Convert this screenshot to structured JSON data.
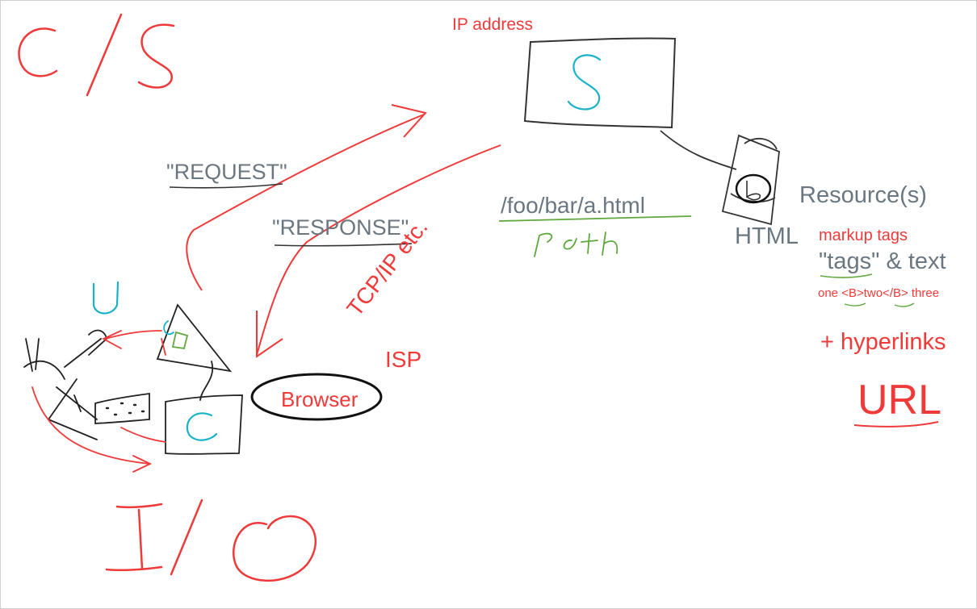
{
  "colors": {
    "red": "#f03a3a",
    "gray": "#6b7780",
    "black": "#1e1e1e",
    "cyan": "#19b3c8",
    "green": "#5fa83c"
  },
  "handwriting": {
    "cs": "C/S",
    "io": "I/O",
    "server_glyph": "S",
    "client_glyph": "C",
    "user_glyph": "U",
    "path": "Path",
    "file_glyph": "b"
  },
  "labels": {
    "ip_address": "IP address",
    "request": "\"REQUEST\"",
    "response": "\"RESPONSE\"",
    "url_path": "/foo/bar/a.html",
    "tcp_ip": "TCP/IP etc.",
    "isp": "ISP",
    "browser": "Browser",
    "resources": "Resource(s)",
    "html": "HTML",
    "markup_tags": "markup tags",
    "tags_and_text": "\"tags\" & text",
    "tag_example": "one <B>two</B> three",
    "hyperlinks": "+ hyperlinks",
    "url": "URL"
  }
}
